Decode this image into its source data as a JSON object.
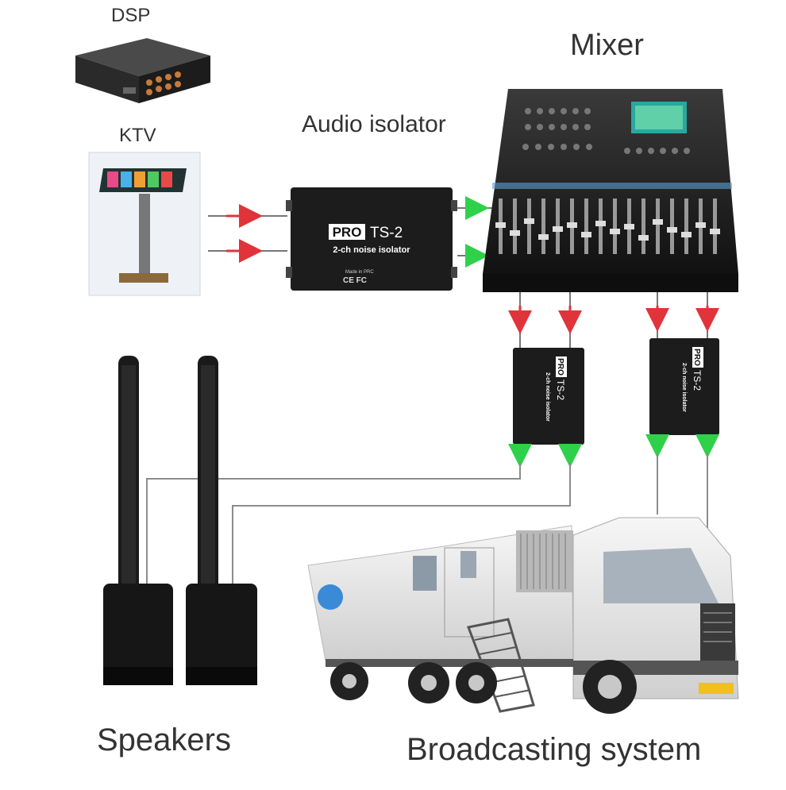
{
  "labels": {
    "dsp": "DSP",
    "ktv": "KTV",
    "audio_isolator": "Audio isolator",
    "mixer": "Mixer",
    "speakers": "Speakers",
    "broadcasting_system": "Broadcasting system"
  },
  "isolator": {
    "brand": "PRO",
    "model": "TS-2",
    "subtitle": "2-ch noise isolator",
    "made_in": "Made in PRC",
    "cert": "CE FC"
  },
  "colors": {
    "arrow_red": "#e0343a",
    "arrow_green": "#2fd14a",
    "device_dark": "#1c1c1c",
    "cable_gray": "#8c8c8c"
  }
}
